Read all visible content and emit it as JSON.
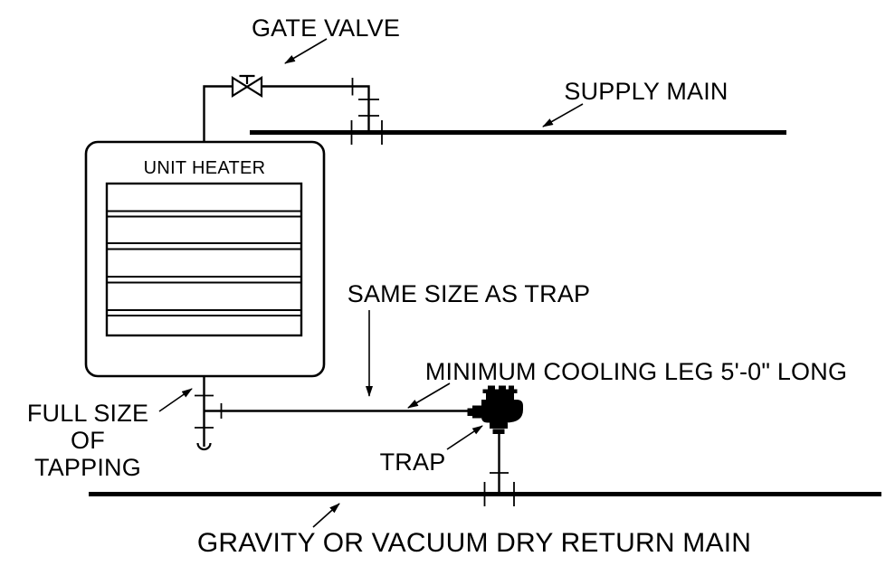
{
  "diagram": {
    "type": "piping-schematic",
    "subject": "Steam unit heater piping hookup",
    "background_color": "#ffffff",
    "line_color": "#000000",
    "labels": {
      "gate_valve": "GATE VALVE",
      "supply_main": "SUPPLY MAIN",
      "unit_heater": "UNIT HEATER",
      "same_size_as_trap": "SAME SIZE AS TRAP",
      "minimum_cooling_leg": "MINIMUM COOLING LEG 5'-0\" LONG",
      "full_size_of_tapping": {
        "line1": "FULL SIZE",
        "line2": "OF",
        "line3": "TAPPING"
      },
      "trap": "TRAP",
      "return_main": "GRAVITY OR VACUUM DRY RETURN MAIN"
    },
    "symbols": [
      "gate-valve",
      "unit-heater-with-louvers",
      "steam-trap",
      "union-fittings",
      "drip-leg-open-end",
      "supply-main-pipe",
      "return-main-pipe"
    ]
  }
}
